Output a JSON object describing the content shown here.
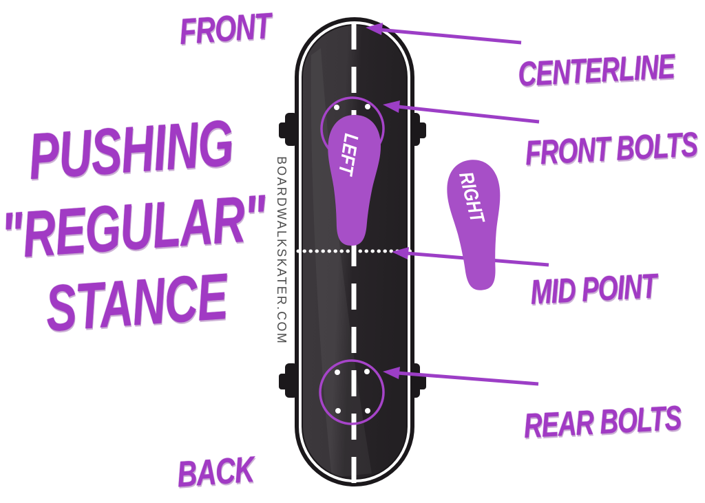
{
  "title": {
    "line1": "PUSHING",
    "line2": "\"REGULAR\"",
    "line3": "STANCE"
  },
  "annotations": {
    "front": "FRONT",
    "centerline": "CENTERLINE",
    "front_bolts": "FRONT BOLTS",
    "mid_point": "MID POINT",
    "rear_bolts": "REAR BOLTS",
    "back": "BACK"
  },
  "board": {
    "watermark": "BOARDWALKSKATER.COM",
    "left_foot_label": "LEFT",
    "right_foot_label": "RIGHT"
  },
  "colors": {
    "accent_purple": "#a13ac4",
    "arrow_purple": "#9c3ec6",
    "foot_purple": "#a74fc7",
    "bolt_circle_purple": "#a644c9",
    "board_black": "#1b181b",
    "deck_dark": "#262226",
    "deck_light": "#3d393d",
    "watermark_gray": "#4c4c4c",
    "background": "#ffffff"
  }
}
